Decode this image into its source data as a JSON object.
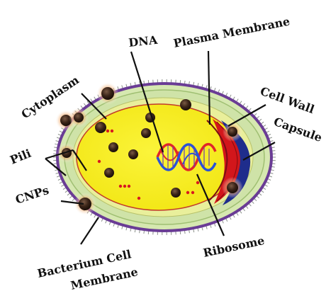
{
  "labels": {
    "dna": "DNA",
    "plasma_membrane": "Plasma Membrane",
    "cytoplasm": "Cytoplasm",
    "cell_wall": "Cell Wall",
    "capsule": "Capsule",
    "pili": "Pili",
    "cnps": "CNPs",
    "ribosome": "Ribosome",
    "bacterium_line1": "Bacterium Cell",
    "bacterium_line2": "Membrane"
  },
  "colors": {
    "cytoplasm": "#f8f01c",
    "capsule_ring": "#d6e8b0",
    "outer_membrane": "#6a3c95",
    "plasma_membrane": "#c23a2a",
    "cell_wall_red": "#d2161b",
    "capsule_blue": "#1f2d8c",
    "dna_red": "#e0262a",
    "dna_blue": "#2a52d8",
    "nanoparticle": "#3a2418",
    "ribosome": "#d8181f"
  }
}
